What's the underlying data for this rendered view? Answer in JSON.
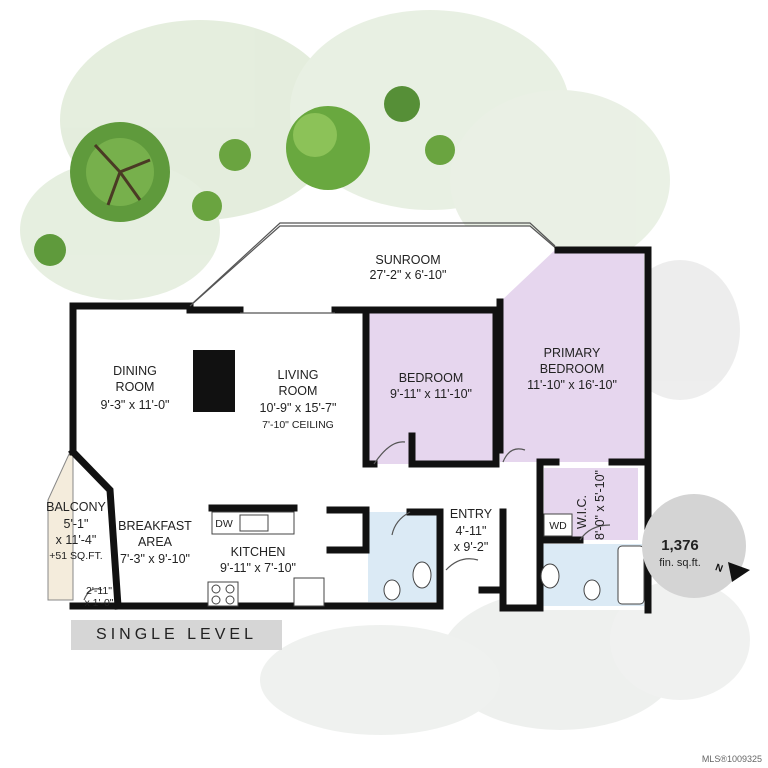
{
  "rooms": {
    "sunroom": {
      "name": "SUNROOM",
      "dims": "27'-2\" x 6'-10\""
    },
    "dining": {
      "name1": "DINING",
      "name2": "ROOM",
      "dims": "9'-3\" x 11'-0\""
    },
    "living": {
      "name1": "LIVING",
      "name2": "ROOM",
      "dims": "10'-9\" x 15'-7\"",
      "note": "7'-10\" CEILING"
    },
    "bedroom": {
      "name": "BEDROOM",
      "dims": "9'-11\" x 11'-10\""
    },
    "primary": {
      "name1": "PRIMARY",
      "name2": "BEDROOM",
      "dims": "11'-10\" x 16'-10\""
    },
    "balcony": {
      "name": "BALCONY",
      "dims1": "5'-1\"",
      "dims2": "x 11'-4\"",
      "note": "+51 SQ.FT."
    },
    "balcony_small": {
      "dims1": "2'-11\"",
      "dims2": "x 1'-0\""
    },
    "breakfast": {
      "name1": "BREAKFAST",
      "name2": "AREA",
      "dims": "7'-3\" x 9'-10\""
    },
    "kitchen": {
      "name": "KITCHEN",
      "dims": "9'-11\" x 7'-10\""
    },
    "entry": {
      "name": "ENTRY",
      "dims1": "4'-11\"",
      "dims2": "x 9'-2\""
    },
    "wic": {
      "name": "W.I.C.",
      "dims": "8'-0\" x 5'-10\""
    }
  },
  "appliances": {
    "dishwasher": "DW",
    "washer_dryer": "WD"
  },
  "area_badge": {
    "value": "1,376",
    "unit": "fin. sq.ft."
  },
  "compass": {
    "label": "N"
  },
  "level_label": "SINGLE LEVEL",
  "listing_id": "MLS®1009325",
  "colors": {
    "bedroom_fill": "#e6d6ee",
    "bath_fill": "#dbeaf5",
    "wall": "#111111",
    "foliage": "#dde8d4",
    "badge_fill": "#d4d4d4"
  }
}
